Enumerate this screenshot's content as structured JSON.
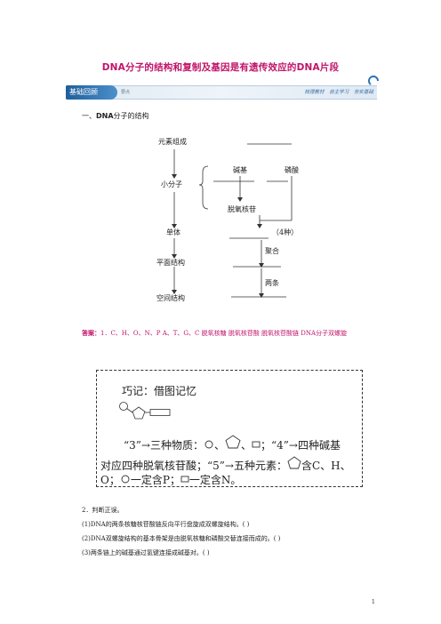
{
  "doc": {
    "title": "DNA分子的结构和复制及基因是有遗传效应的DNA片段",
    "page_number": "1"
  },
  "banner": {
    "tag": "基础回顾",
    "sub": "要点",
    "right": "梳理教材  自主学习  夯实基础"
  },
  "section1": {
    "prefix": "一、",
    "strong": "DNA",
    "rest": "分子的结构"
  },
  "diagram": {
    "element": "元素组成",
    "small_molecule": "小分子",
    "monomer": "单体",
    "planar": "平面结构",
    "spatial": "空间结构",
    "base": "碱基",
    "phosphate": "磷酸",
    "deoxynucleoside": "脱氧核苷",
    "four_kinds": "（4种）",
    "polymerize": "聚合",
    "two_strands": "两条"
  },
  "answer": {
    "head": "答案：",
    "body": "1．C、H、O、N、P  A、T、G、C  脱氧核糖  脱氧核苷酸  脱氧核苷酸链  DNA分子双螺旋"
  },
  "tip": {
    "title": "巧记：借图记忆",
    "line1_a": "“3”→三种物质：",
    "line1_b": "、",
    "line1_c": "、",
    "line1_d": "；“4”→四种碱基",
    "line2": "对应四种脱氧核苷酸；“5”→五种元素：",
    "line2_b": "含C、H、",
    "line3_a": "O；",
    "line3_b": "一定含P；",
    "line3_c": "一定含N。"
  },
  "judge": {
    "head": "2．判断正误。",
    "items": [
      "(1)DNA的两条核糖核苷酸链反向平行盘旋成双螺旋结构。(    )",
      "(2)DNA双螺旋结构的基本骨架是由脱氧核糖和磷酸交替连接而成的。(    )",
      "(3)两条链上的碱基通过氢键连接成碱基对。(    )"
    ]
  }
}
